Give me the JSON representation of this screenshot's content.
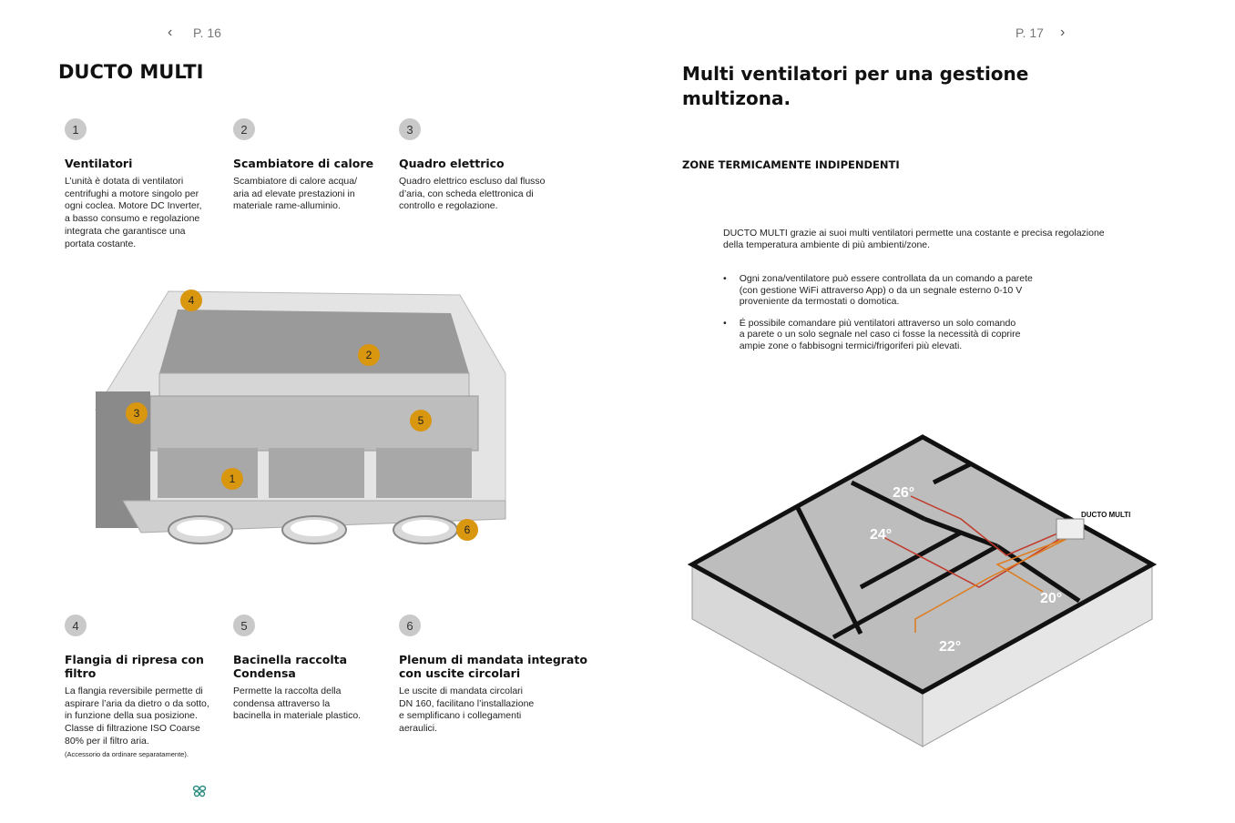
{
  "left_page": {
    "page_label": "P. 16",
    "title": "DUCTO MULTI",
    "features_top": [
      {
        "num": "1",
        "title": "Ventilatori",
        "text": "L’unità è dotata di ventilatori\ncentrifughi a motore singolo per\nogni coclea. Motore DC Inverter,\na basso consumo e regolazione\nintegrata che garantisce una\nportata costante."
      },
      {
        "num": "2",
        "title": "Scambiatore di calore",
        "text": "Scambiatore di calore acqua/\naria ad elevate prestazioni in\nmateriale rame-alluminio."
      },
      {
        "num": "3",
        "title": "Quadro elettrico",
        "text": "Quadro elettrico escluso dal flusso\nd’aria, con scheda elettronica di\ncontrollo e regolazione."
      }
    ],
    "features_bottom": [
      {
        "num": "4",
        "title": "Flangia di ripresa con\nfiltro",
        "text": "La flangia reversibile permette di\naspirare l’aria da dietro o da sotto,\nin funzione della sua posizione.\nClasse di filtrazione ISO Coarse\n80% per il filtro aria.",
        "note": "(Accessorio da ordinare separatamente)."
      },
      {
        "num": "5",
        "title": "Bacinella raccolta\nCondensa",
        "text": "Permette la raccolta della\ncondensa attraverso la\nbacinella in materiale plastico."
      },
      {
        "num": "6",
        "title": "Plenum di mandata integrato\ncon uscite circolari",
        "text": "Le uscite di mandata circolari\nDN 160, facilitano l’installazione\ne semplificano i collegamenti\naeraulici."
      }
    ],
    "callouts": [
      "4",
      "2",
      "3",
      "5",
      "1",
      "6"
    ],
    "accent": "#d9960f"
  },
  "right_page": {
    "page_label": "P. 17",
    "title": "Multi ventilatori per una gestione\nmultizona.",
    "subtitle": "ZONE TERMICAMENTE INDIPENDENTI",
    "intro": "DUCTO MULTI grazie ai suoi multi ventilatori permette una costante e precisa regolazione\ndella temperatura ambiente di più ambienti/zone.",
    "bullets": [
      "Ogni zona/ventilatore può essere controllata da un comando a parete\n(con gestione WiFi attraverso App) o da un segnale esterno 0-10 V\nproveniente da termostati o domotica.",
      "É possibile comandare più ventilatori attraverso un solo comando\na parete o un solo segnale nel caso ci fosse la necessità di coprire\nampie zone o fabbisogni termici/frigoriferi più elevati."
    ],
    "bullet_symbol": "•",
    "diagram": {
      "unit_label": "DUCTO MULTI",
      "temps": [
        "26°",
        "24°",
        "20°",
        "22°"
      ]
    }
  }
}
